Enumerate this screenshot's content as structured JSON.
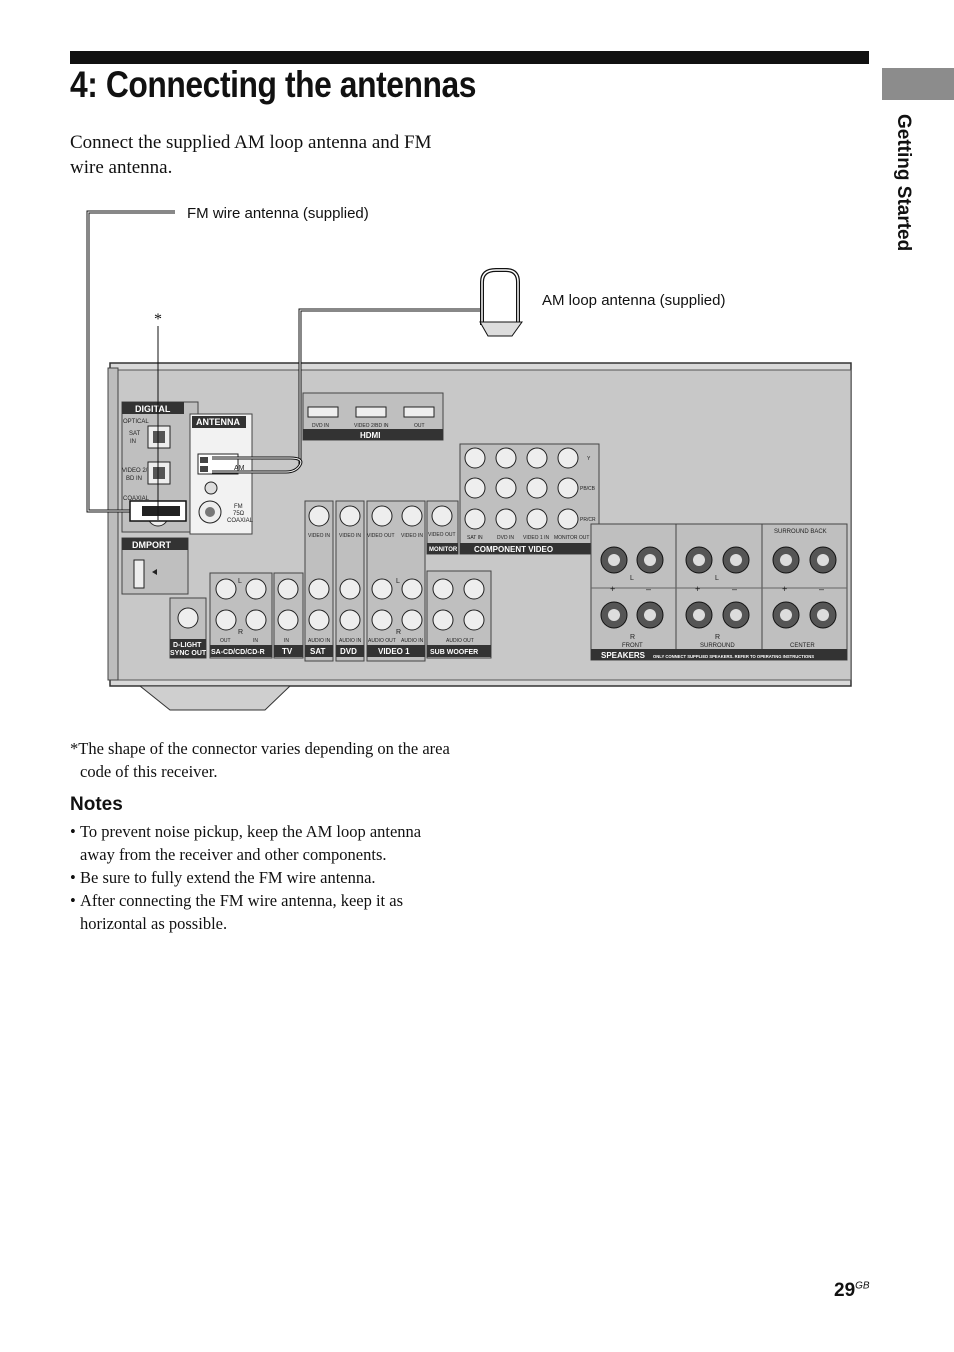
{
  "page": {
    "title": "4: Connecting the antennas",
    "section_tab": "Getting Started",
    "intro": "Connect the supplied AM loop antenna and FM wire antenna.",
    "page_number": "29",
    "page_suffix": "GB"
  },
  "figure": {
    "fm_antenna_label": "FM wire antenna (supplied)",
    "am_antenna_label": "AM loop antenna (supplied)",
    "asterisk": "*",
    "panel": {
      "digital": "DIGITAL",
      "optical": "OPTICAL",
      "sat_in_1": "SAT",
      "sat_in_2": "IN",
      "video2_1": "VIDEO 2/",
      "video2_2": "BD IN",
      "coaxial": "COAXIAL",
      "antenna": "ANTENNA",
      "am": "AM",
      "fm_1": "FM",
      "fm_2": "75Ω",
      "fm_3": "COAXIAL",
      "dmport": "DMPORT",
      "hdmi": "HDMI",
      "hdmi_dvd_in": "DVD IN",
      "hdmi_video2_in": "VIDEO 2/BD IN",
      "hdmi_out": "OUT",
      "component_video": "COMPONENT VIDEO",
      "comp_sat_in": "SAT IN",
      "comp_dvd_in": "DVD IN",
      "comp_video1_in": "VIDEO 1 IN",
      "comp_monitor_out": "MONITOR OUT",
      "comp_y": "Y",
      "comp_pb": "PB/CB",
      "comp_pr": "PR/CR",
      "monitor": "MONITOR",
      "video_in": "VIDEO IN",
      "video_out": "VIDEO OUT",
      "audio_in": "AUDIO IN",
      "audio_out": "AUDIO OUT",
      "out": "OUT",
      "in": "IN",
      "l": "L",
      "r": "R",
      "dlight_1": "D-LIGHT",
      "dlight_2": "SYNC OUT",
      "sacd": "SA-CD/CD/CD-R",
      "tv": "TV",
      "sat": "SAT",
      "dvd": "DVD",
      "video1": "VIDEO 1",
      "sub_woofer": "SUB WOOFER",
      "speakers": "SPEAKERS",
      "speakers_note": "ONLY CONNECT SUPPLIED SPEAKERS. REFER TO OPERATING INSTRUCTIONS",
      "front": "FRONT",
      "surround": "SURROUND",
      "center": "CENTER",
      "surround_back": "SURROUND BACK",
      "plus": "+",
      "minus": "–"
    }
  },
  "footnote": "*The shape of the connector varies depending on the area code of this receiver.",
  "notes": {
    "heading": "Notes",
    "bullet": "•",
    "items": [
      "To prevent noise pickup, keep the AM loop antenna away from the receiver and other components.",
      "Be sure to fully extend the FM wire antenna.",
      "After connecting the FM wire antenna, keep it as horizontal as possible."
    ]
  }
}
